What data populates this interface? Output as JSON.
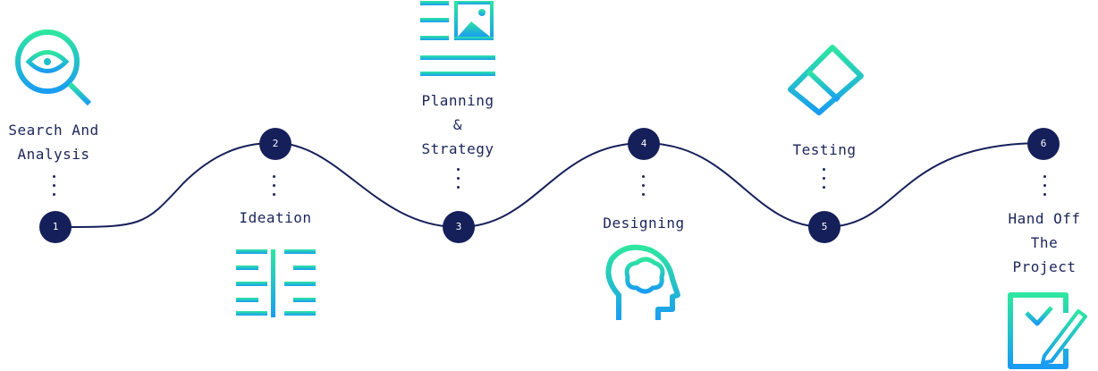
{
  "colors": {
    "path": "#15205a",
    "node_fill": "#15205a",
    "label_text": "#1b2559",
    "icon_gradient_top": "#2ee6a0",
    "icon_gradient_bottom": "#1a9cf2"
  },
  "steps": [
    {
      "number": "1",
      "label": "Search And\nAnalysis",
      "icon": "magnifier-eye-icon"
    },
    {
      "number": "2",
      "label": "Ideation",
      "icon": "columns-list-icon"
    },
    {
      "number": "3",
      "label": "Planning\n&\nStrategy",
      "icon": "text-image-layout-icon"
    },
    {
      "number": "4",
      "label": "Designing",
      "icon": "head-brain-icon"
    },
    {
      "number": "5",
      "label": "Testing",
      "icon": "eraser-icon"
    },
    {
      "number": "6",
      "label": "Hand Off\nThe\nProject",
      "icon": "checklist-pencil-icon"
    }
  ]
}
